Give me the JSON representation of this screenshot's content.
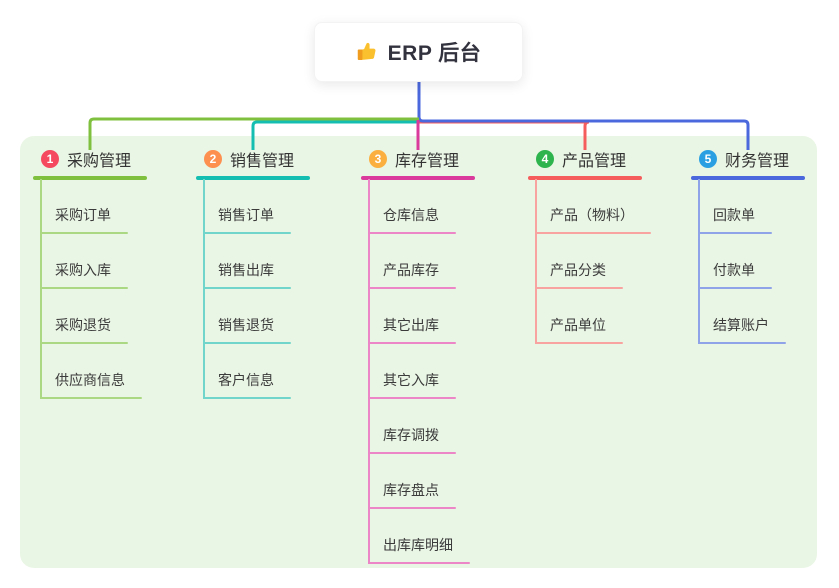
{
  "root": {
    "icon": "thumbs-up",
    "title": "ERP 后台"
  },
  "branches": [
    {
      "num": "1",
      "label": "采购管理",
      "badge_color": "#f5495f",
      "line_color": "#7fc13f",
      "child_line_color": "#abd983",
      "children": [
        "采购订单",
        "采购入库",
        "采购退货",
        "供应商信息"
      ]
    },
    {
      "num": "2",
      "label": "销售管理",
      "badge_color": "#fd8f4f",
      "line_color": "#14bfb2",
      "child_line_color": "#72d5cb",
      "children": [
        "销售订单",
        "销售出库",
        "销售退货",
        "客户信息"
      ]
    },
    {
      "num": "3",
      "label": "库存管理",
      "badge_color": "#fbaf3f",
      "line_color": "#d93a9c",
      "child_line_color": "#ec86c6",
      "children": [
        "仓库信息",
        "产品库存",
        "其它出库",
        "其它入库",
        "库存调拨",
        "库存盘点",
        "出库库明细"
      ]
    },
    {
      "num": "4",
      "label": "产品管理",
      "badge_color": "#2db44d",
      "line_color": "#f55d5d",
      "child_line_color": "#f9a3a1",
      "children": [
        "产品（物料）",
        "产品分类",
        "产品单位"
      ]
    },
    {
      "num": "5",
      "label": "财务管理",
      "badge_color": "#2aa0e2",
      "line_color": "#4b68dc",
      "child_line_color": "#8fa3e8",
      "children": [
        "回款单",
        "付款单",
        "结算账户"
      ]
    }
  ],
  "colors": {
    "panel_bg": "#eaf6e5",
    "trunk_line": "#4b68dc",
    "title_text": "#32323e",
    "branch_text": "#333333",
    "child_text": "#3b3b3b",
    "card_bg": "#ffffff"
  }
}
